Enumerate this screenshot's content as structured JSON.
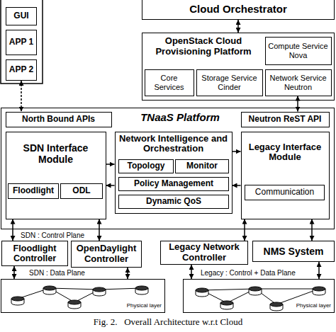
{
  "diagram": {
    "caption": "Fig. 2.   Overall Architecture w.r.t Cloud",
    "nodes": [
      {
        "text": [
          "Cloud Orchestrator"
        ]
      },
      {
        "text": [
          "GUI"
        ]
      },
      {
        "text": [
          "APP 1"
        ]
      },
      {
        "text": [
          "APP 2"
        ]
      },
      {
        "text": [
          "OpenStack Cloud Provisioning Platform"
        ]
      },
      {
        "text": [
          "Compute Service Nova"
        ],
        "in": 4
      },
      {
        "text": [
          "Core Services"
        ],
        "in": 4
      },
      {
        "text": [
          "Storage Service Cinder"
        ],
        "in": 4
      },
      {
        "text": [
          "Network Service Neutron"
        ],
        "in": 4
      },
      {
        "text": [
          "TNaaS Platform"
        ]
      },
      {
        "text": [
          "North Bound APIs"
        ],
        "in": 9
      },
      {
        "text": [
          "Neutron ReST API"
        ],
        "in": 9
      },
      {
        "text": [
          "SDN Interface Module"
        ],
        "in": 9
      },
      {
        "text": [
          "Floodlight"
        ],
        "in": 12
      },
      {
        "text": [
          "ODL"
        ],
        "in": 12
      },
      {
        "text": [
          "Network Intelligence and Orchestration"
        ],
        "in": 9
      },
      {
        "text": [
          "Topology"
        ],
        "in": 15
      },
      {
        "text": [
          "Monitor"
        ],
        "in": 15
      },
      {
        "text": [
          "Policy Management"
        ],
        "in": 15
      },
      {
        "text": [
          "Dynamic QoS"
        ],
        "in": 15
      },
      {
        "text": [
          "Legacy Interface Module"
        ],
        "in": 9
      },
      {
        "text": [
          "Communication"
        ],
        "in": 20
      },
      {
        "text": [
          "Floodlight Controller"
        ]
      },
      {
        "text": [
          "OpenDaylight Controller"
        ]
      },
      {
        "text": [
          "Legacy Network Controller"
        ]
      },
      {
        "text": [
          "NMS System"
        ]
      },
      {
        "text": [
          "Physical layer"
        ]
      },
      {
        "text": [
          "Physical layer"
        ]
      }
    ],
    "edges": [
      {
        "from": 0,
        "to": 4,
        "arrow": "both"
      },
      {
        "from": 3,
        "to": 10,
        "arrow": "both"
      },
      {
        "from": 8,
        "to": 11,
        "arrow": "both"
      },
      {
        "from": 12,
        "to": 15,
        "arrow": "to"
      },
      {
        "from": 15,
        "to": 12,
        "arrow": "to"
      },
      {
        "from": 15,
        "to": 20,
        "arrow": "to"
      },
      {
        "from": 20,
        "to": 15,
        "arrow": "to"
      },
      {
        "from": 12,
        "to": 22,
        "arrow": "both"
      },
      {
        "from": 12,
        "to": 23,
        "arrow": "both"
      },
      {
        "from": 20,
        "to": 24,
        "arrow": "both"
      },
      {
        "from": 20,
        "to": 25,
        "arrow": "both"
      },
      {
        "from": 22,
        "to": 26,
        "arrow": "both"
      },
      {
        "from": 23,
        "to": 26,
        "arrow": "both"
      },
      {
        "from": 24,
        "to": 27,
        "arrow": "both"
      },
      {
        "from": 25,
        "to": 27,
        "arrow": "both"
      }
    ],
    "labels": [
      "SDN : Control Plane",
      "SDN : Data Plane",
      "Legacy : Control + Data Plane"
    ]
  }
}
